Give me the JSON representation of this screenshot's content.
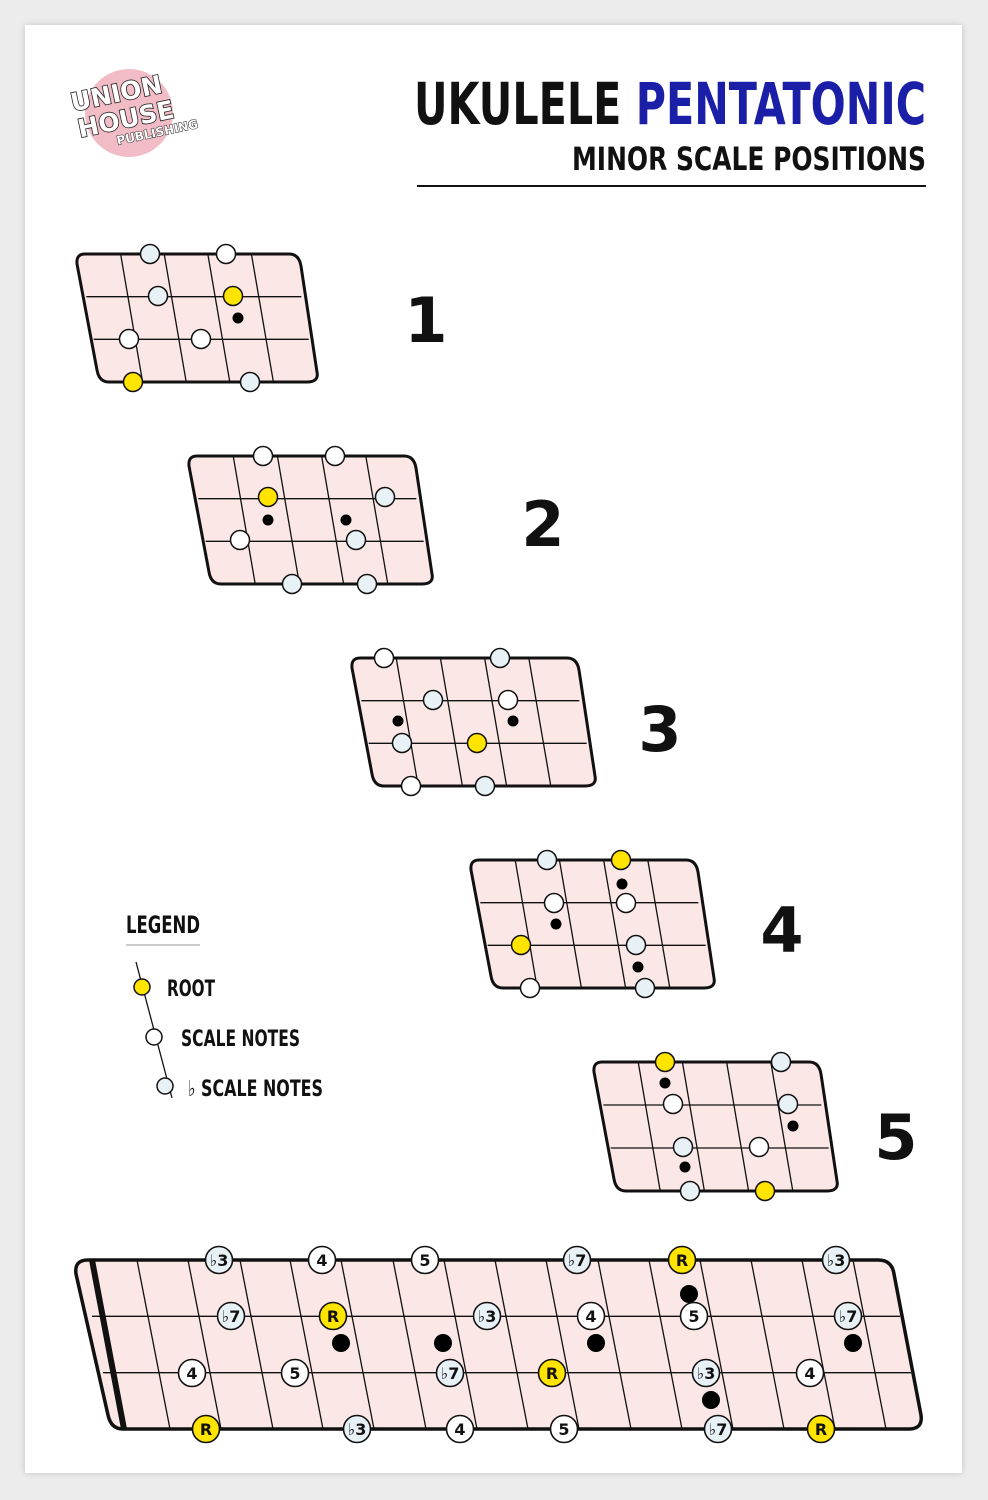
{
  "brand": {
    "logo_lines": [
      "UNION",
      "HOUSE",
      "PUBLISHING"
    ],
    "colors": {
      "logo_bg": "#f2bcc6",
      "logo_text": "#ffffff",
      "logo_outline": "#222222"
    }
  },
  "title": {
    "word1": "UKULELE",
    "word2": "PENTATONIC",
    "subtitle": "MINOR SCALE POSITIONS",
    "colors": {
      "word1": "#111111",
      "word2": "#1b1fa8",
      "subtitle": "#111111"
    }
  },
  "colors": {
    "fretboard": "#fbe8e6",
    "outline": "#111111",
    "root": "#ffe400",
    "scale_note": "#ffffff",
    "flat_note": "#e8f1f6",
    "dot": "#000000"
  },
  "positions": [
    {
      "label": "1"
    },
    {
      "label": "2"
    },
    {
      "label": "3"
    },
    {
      "label": "4"
    },
    {
      "label": "5"
    }
  ],
  "legend": {
    "title": "LEGEND",
    "items": [
      {
        "kind": "root",
        "label": "ROOT"
      },
      {
        "kind": "scale",
        "label": "SCALE NOTES"
      },
      {
        "kind": "flat",
        "label": "♭ SCALE NOTES"
      }
    ]
  },
  "full_neck": {
    "string1": [
      "♭3",
      "4",
      "5",
      "♭7",
      "R",
      "♭3"
    ],
    "string2": [
      "♭7",
      "R",
      "♭3",
      "4",
      "5",
      "♭7"
    ],
    "string3": [
      "4",
      "5",
      "♭7",
      "R",
      "♭3",
      "4"
    ],
    "string4": [
      "R",
      "♭3",
      "4",
      "5",
      "♭7",
      "R"
    ]
  }
}
